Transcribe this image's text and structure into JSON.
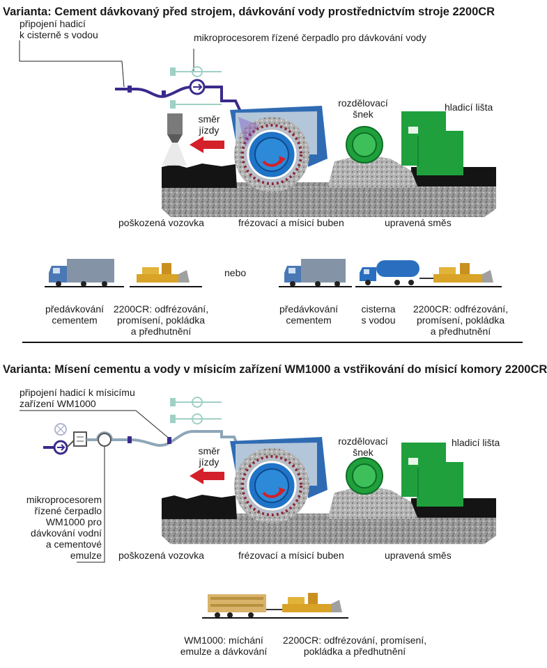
{
  "variant1": {
    "title": "Varianta: Cement dávkovaný před strojem, dávkování vody prostřednictvím stroje 2200CR",
    "hose_label": [
      "připojení hadicí",
      "k cisterně s vodou"
    ],
    "pump_label": "mikroprocesorem řízené čerpadlo pro dávkování vody",
    "direction_label": [
      "směr",
      "jízdy"
    ],
    "auger_label": [
      "rozdělovací",
      "šnek"
    ],
    "screed_label": "hladicí lišta",
    "damaged_road": "poškozená vozovka",
    "drum_label": "frézovací a mísicí buben",
    "mix_label": "upravená směs",
    "or_label": "nebo",
    "left_box": {
      "caption_1": [
        "předávkování",
        "cementem"
      ],
      "caption_2": [
        "2200CR: odfrézování,",
        "promísení, pokládka",
        "a předhutnění"
      ]
    },
    "right_box": {
      "caption_1": [
        "předávkování",
        "cementem"
      ],
      "caption_2": [
        "cisterna",
        "s vodou"
      ],
      "caption_3": [
        "2200CR: odfrézování,",
        "promísení, pokládka",
        "a předhutnění"
      ]
    }
  },
  "variant2": {
    "title": "Varianta:  Mísení cementu a vody v mísicím zařízení WM1000 a vstřikování do mísicí komory 2200CR",
    "hose_label": [
      "připojení hadicí k mísicímu",
      "zařízení WM1000"
    ],
    "pump_label": [
      "mikroprocesorem",
      "řízené čerpadlo",
      "WM1000 pro",
      "dávkování vodní",
      "a cementové",
      "emulze"
    ],
    "direction_label": [
      "směr",
      "jízdy"
    ],
    "auger_label": [
      "rozdělovací",
      "šnek"
    ],
    "screed_label": "hladicí lišta",
    "damaged_road": "poškozená vozovka",
    "drum_label": "frézovací a mísicí buben",
    "mix_label": "upravená směs",
    "bottom_box": {
      "caption_1": [
        "WM1000: míchání",
        "emulze a dávkování"
      ],
      "caption_2": [
        "2200CR: odfrézování, promísení,",
        "pokládka a předhutnění"
      ]
    }
  },
  "colors": {
    "machine_blue": "#2f6bb3",
    "drum_blue": "#1f74c8",
    "screed_green": "#1fa03c",
    "pipe_purple": "#3a2a8c",
    "pipe_grey": "#8ea6b8",
    "arrow_red": "#d4202a",
    "road_black": "#141414",
    "gravel_grey": "#9a9a9a",
    "truck_yellow": "#d9a327",
    "tank_blue": "#2a6fbf"
  },
  "icons": [
    "pump-icon",
    "cement-hopper-icon",
    "direction-arrow-icon",
    "auger-icon",
    "mixing-drum-icon",
    "truck-icon",
    "tanker-icon",
    "recycler-icon",
    "wm1000-mixer-icon"
  ]
}
